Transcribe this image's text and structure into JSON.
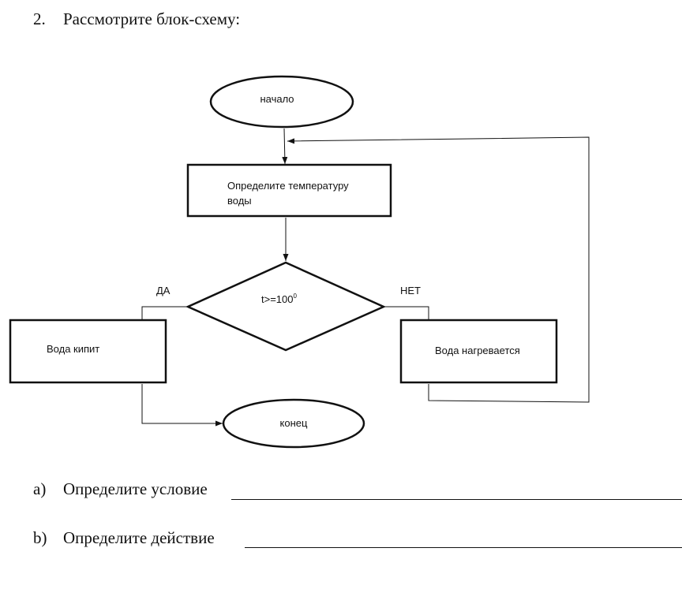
{
  "heading": {
    "number": "2.",
    "text": "Рассмотрите блок-схему:"
  },
  "flowchart": {
    "start": "начало",
    "process": [
      "Определите температуру",
      "воды"
    ],
    "condition": {
      "text": "t>=100",
      "superscript": "0"
    },
    "yes_label": "ДА",
    "no_label": "НЕТ",
    "yes_action": "Вода кипит",
    "no_action": "Вода нагревается",
    "end": "конец"
  },
  "questions": [
    {
      "marker": "a)",
      "text": "Определите условие"
    },
    {
      "marker": "b)",
      "text": "Определите действие"
    }
  ]
}
